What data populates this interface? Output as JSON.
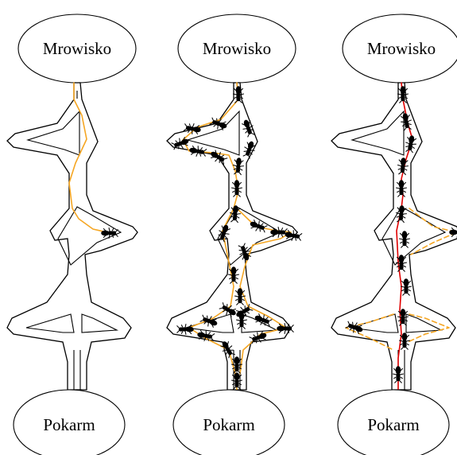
{
  "nest_label": "Mrowisko",
  "food_label": "Pokarm",
  "panels": [
    {
      "id": "stage-1",
      "trail_color": "#f5a623",
      "best_path_color": "",
      "ants": 1
    },
    {
      "id": "stage-2",
      "trail_color": "#f5a623",
      "best_path_color": "",
      "ants": 30
    },
    {
      "id": "stage-3",
      "trail_color": "#f5a623",
      "best_path_color": "#e00000",
      "ants": 14
    }
  ],
  "colors": {
    "outline": "#000000",
    "ant": "#000000"
  }
}
